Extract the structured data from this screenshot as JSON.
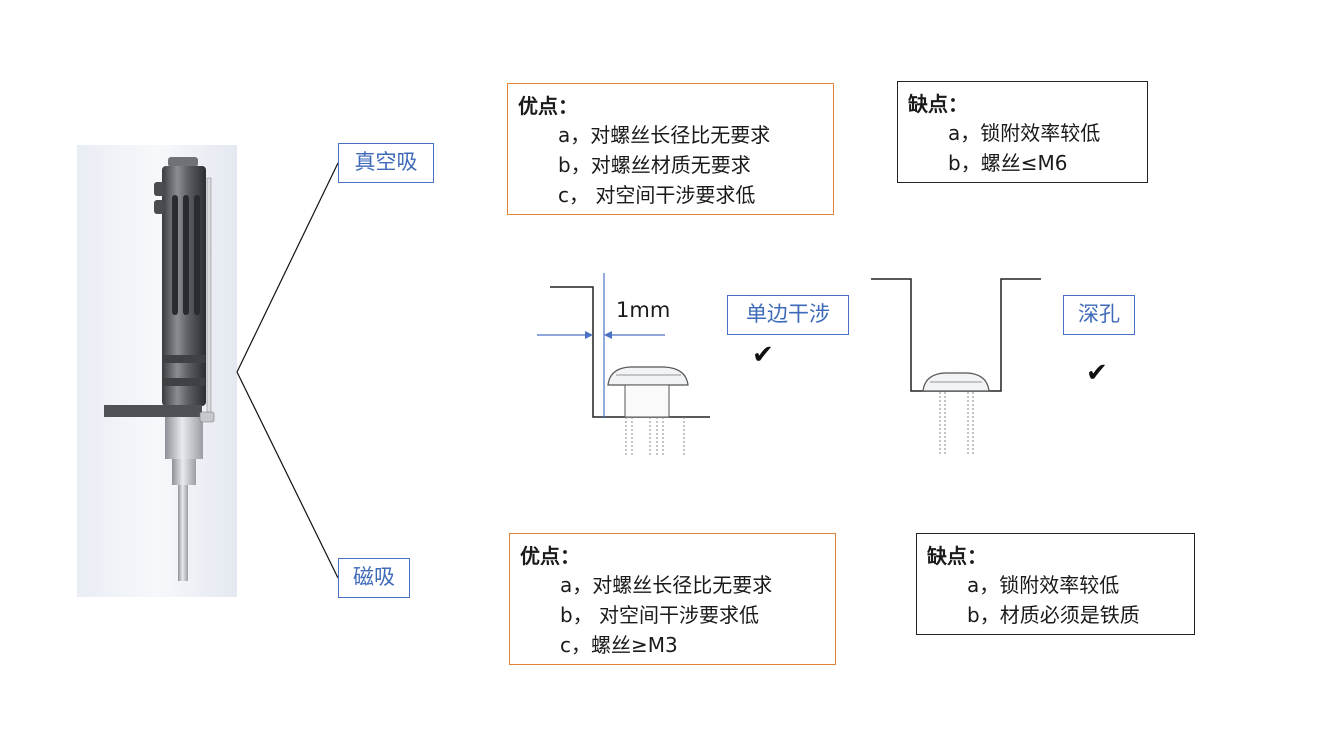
{
  "vacuum": {
    "label": "真空吸",
    "pros": {
      "title": "优点：",
      "items": [
        "a，对螺丝长径比无要求",
        "b，对螺丝材质无要求",
        "c， 对空间干涉要求低"
      ]
    },
    "cons": {
      "title": "缺点：",
      "items": [
        "a，锁附效率较低",
        "b，螺丝≤M6"
      ]
    }
  },
  "magnetic": {
    "label": "磁吸",
    "pros": {
      "title": "优点：",
      "items": [
        "a，对螺丝长径比无要求",
        "b， 对空间干涉要求低",
        "c，螺丝≥M3"
      ]
    },
    "cons": {
      "title": "缺点：",
      "items": [
        "a，锁附效率较低",
        "b，材质必须是铁质"
      ]
    }
  },
  "diagrams": {
    "single_side": {
      "label": "单边干涉",
      "dimension": "1mm",
      "check": "✔"
    },
    "deep_hole": {
      "label": "深孔",
      "check": "✔"
    }
  },
  "colors": {
    "tag_border": "#4a72c4",
    "pros_border": "#e0843a",
    "cons_border": "#222222"
  }
}
